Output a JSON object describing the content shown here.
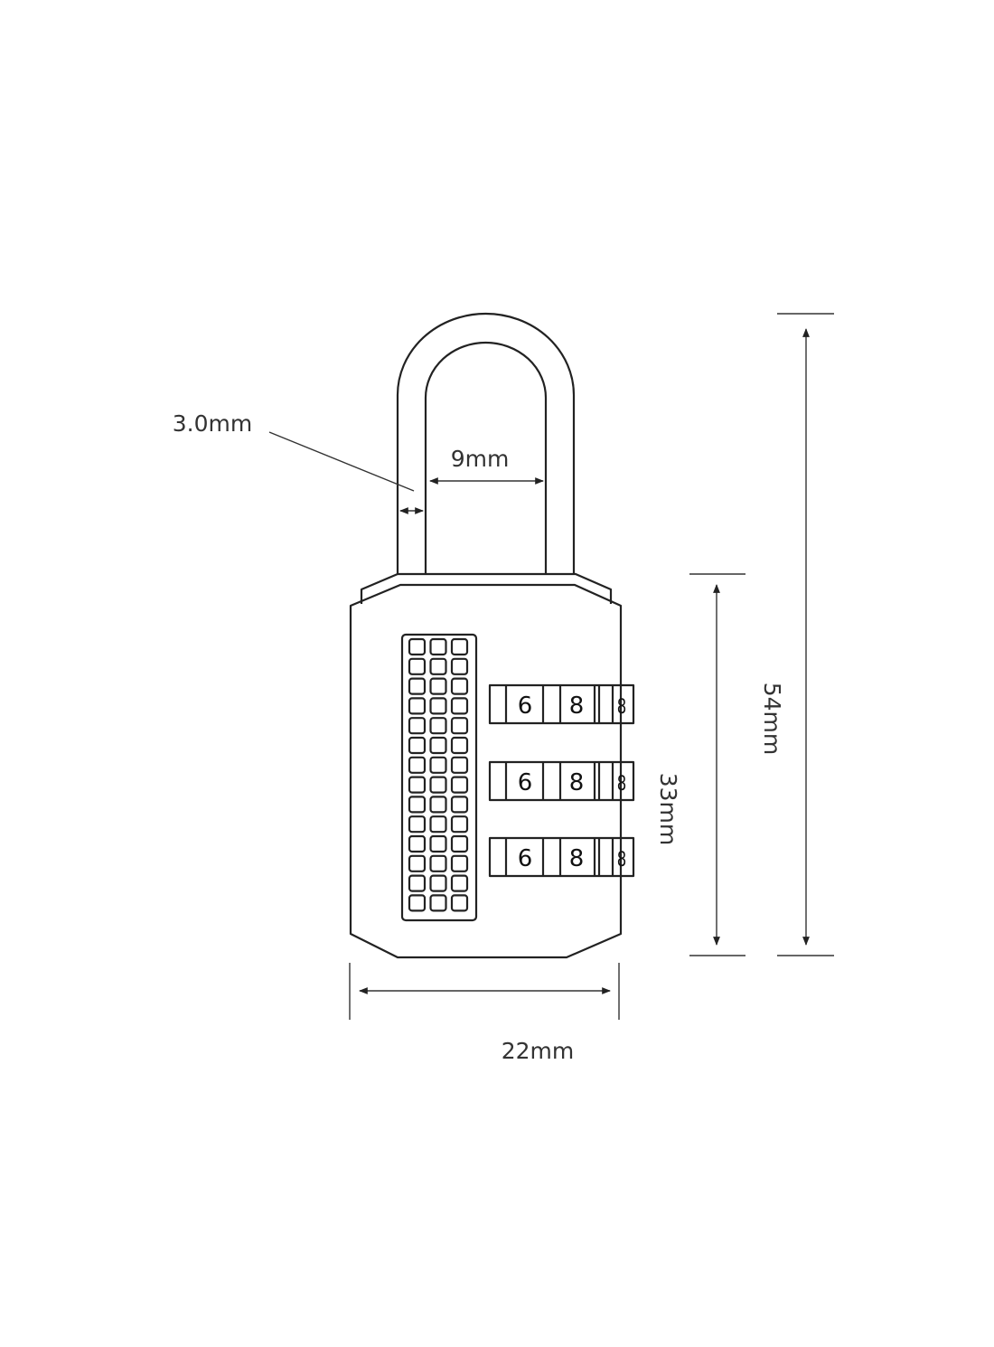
{
  "dimensions": {
    "shackle_thickness": "3.0mm",
    "shackle_inner_width": "9mm",
    "body_height": "33mm",
    "total_height": "54mm",
    "body_width": "22mm"
  },
  "dials": [
    {
      "digits": [
        "6",
        "8",
        "8"
      ]
    },
    {
      "digits": [
        "6",
        "8",
        "8"
      ]
    },
    {
      "digits": [
        "6",
        "8",
        "8"
      ]
    }
  ],
  "grid": {
    "rows": 14,
    "cols": 3
  }
}
